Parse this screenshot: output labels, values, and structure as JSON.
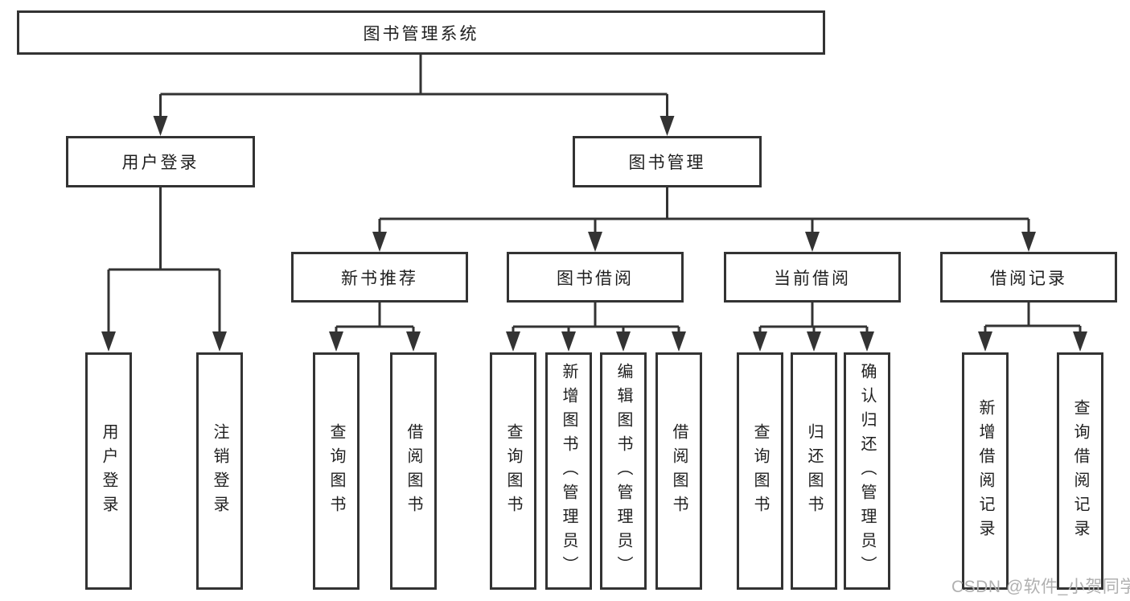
{
  "diagram": {
    "root": {
      "label": "图书管理系统"
    },
    "branches": [
      {
        "label": "用户登录",
        "children": [
          {
            "label": "用户登录"
          },
          {
            "label": "注销登录"
          }
        ]
      },
      {
        "label": "图书管理",
        "children": [
          {
            "label": "新书推荐",
            "children": [
              {
                "label": "查询图书"
              },
              {
                "label": "借阅图书"
              }
            ]
          },
          {
            "label": "图书借阅",
            "children": [
              {
                "label": "查询图书"
              },
              {
                "label": "新增图书（管理员）"
              },
              {
                "label": "编辑图书（管理员）"
              },
              {
                "label": "借阅图书"
              }
            ]
          },
          {
            "label": "当前借阅",
            "children": [
              {
                "label": "查询图书"
              },
              {
                "label": "归还图书"
              },
              {
                "label": "确认归还（管理员）"
              }
            ]
          },
          {
            "label": "借阅记录",
            "children": [
              {
                "label": "新增借阅记录"
              },
              {
                "label": "查询借阅记录"
              }
            ]
          }
        ]
      }
    ]
  },
  "watermark": {
    "text": "CSDN @软件_小贺同学"
  },
  "colors": {
    "line": "#333333",
    "box_border": "#333333",
    "box_fill": "#ffffff",
    "text": "#1f1f1f",
    "watermark": "#b0b0b0"
  }
}
